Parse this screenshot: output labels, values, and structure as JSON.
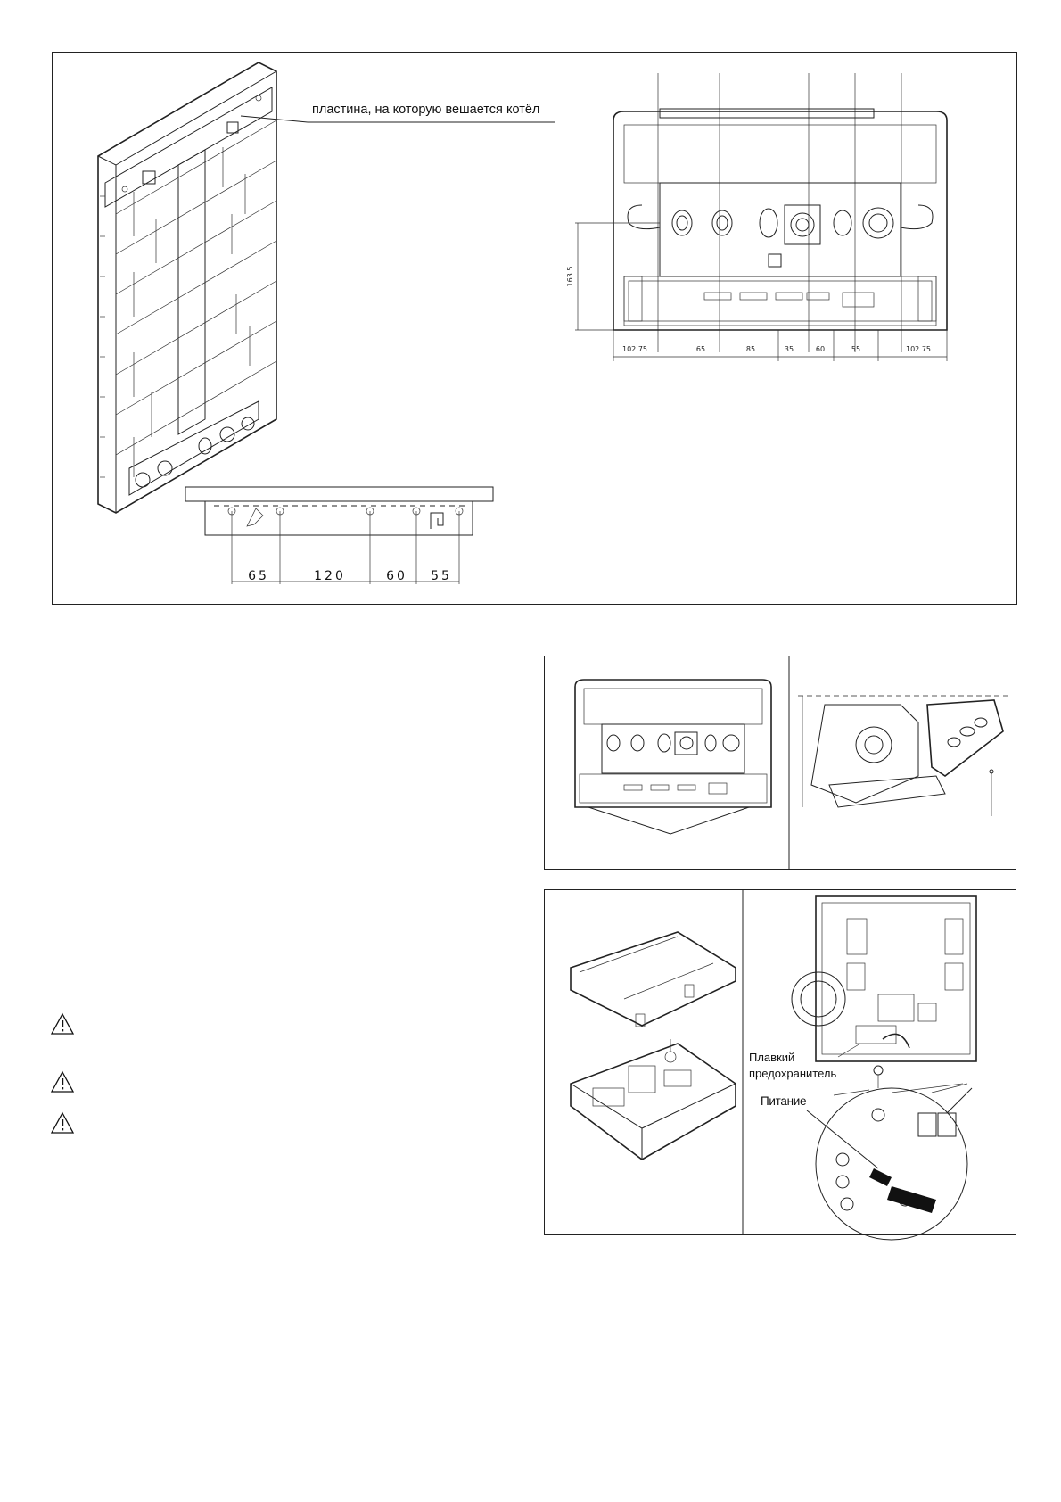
{
  "fig1": {
    "plate_label": "пластина, на которую вешается котёл",
    "bottom_dims": [
      "65",
      "120",
      "60",
      "55"
    ],
    "boiler_bottom_dims": [
      "102.75",
      "65",
      "85",
      "35",
      "60",
      "55",
      "102.75"
    ],
    "boiler_side_dim": "163.5"
  },
  "fig3": {
    "fuse_label_line1": "Плавкий",
    "fuse_label_line2": "предохранитель",
    "power_label": "Питание"
  },
  "warning_icon": "warning-triangle-icon"
}
